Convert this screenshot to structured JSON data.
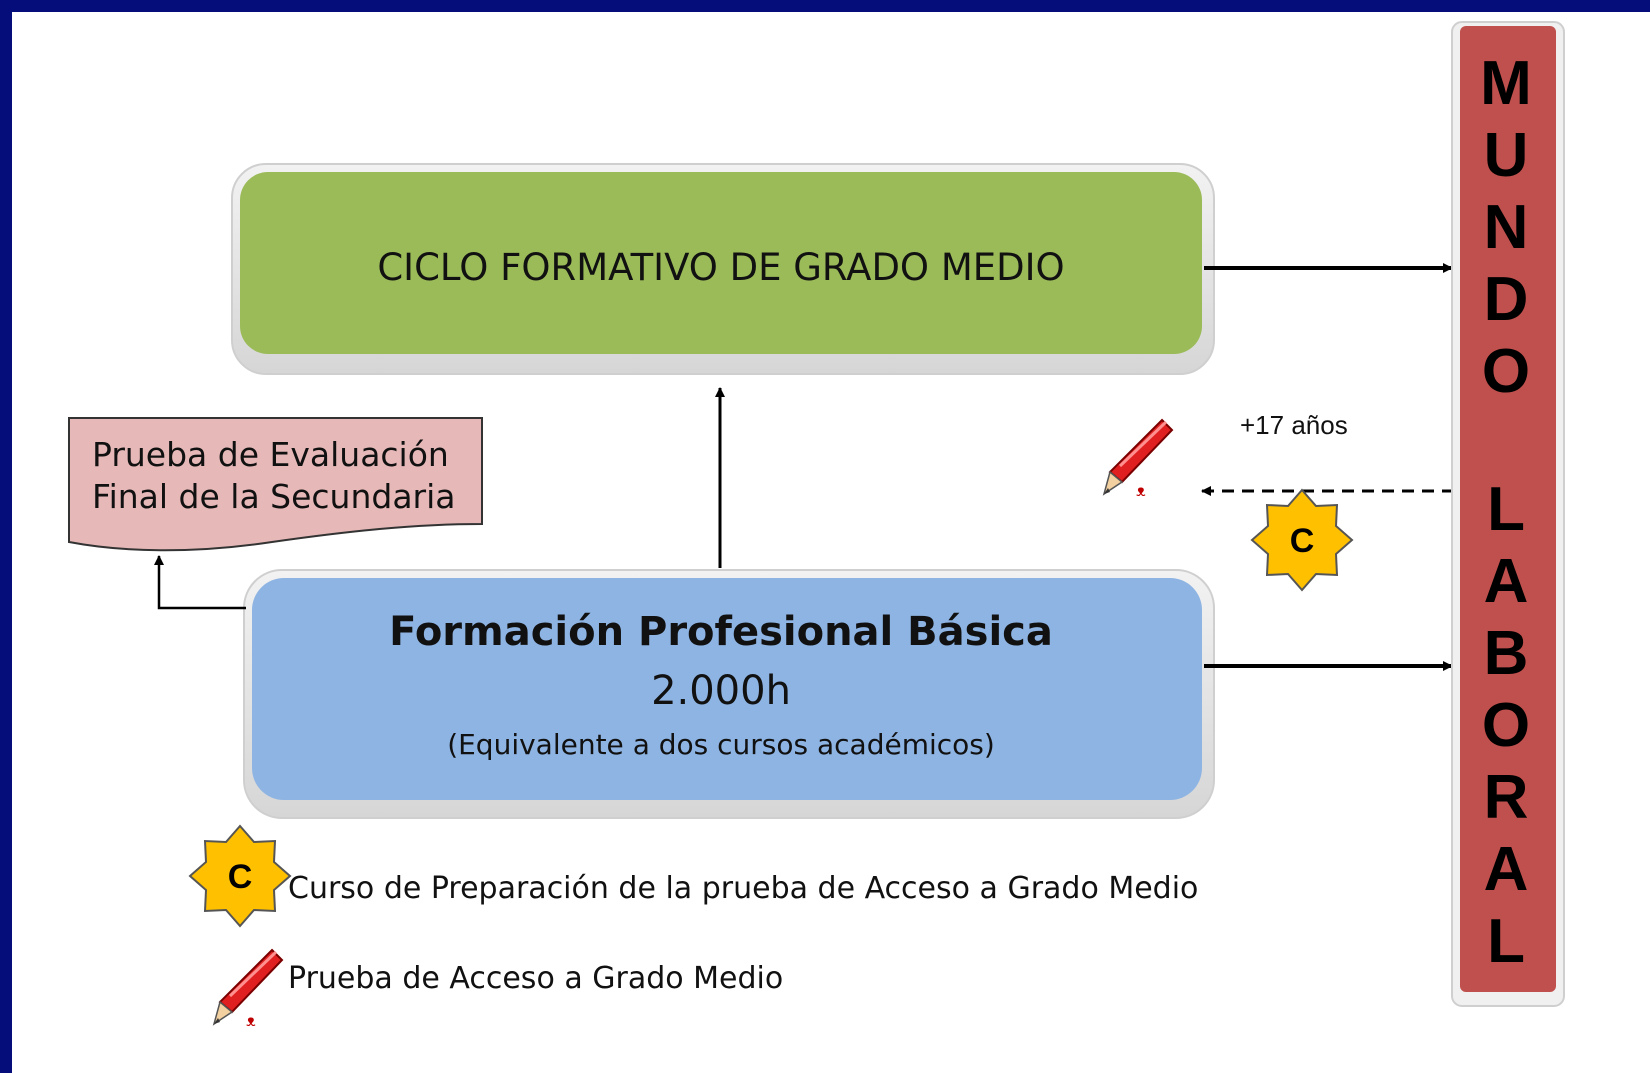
{
  "top_box": {
    "label": "CICLO FORMATIVO DE GRADO MEDIO"
  },
  "main_box": {
    "title": "Formación Profesional Básica",
    "hours": "2.000h",
    "note": "(Equivalente a dos cursos académicos)"
  },
  "evaluation_doc": {
    "line1": "Prueba de Evaluación",
    "line2": "Final de la Secundaria"
  },
  "age_label": "+17 años",
  "badge_letter": "C",
  "legend": {
    "course_label": "Curso de Preparación de la prueba de Acceso a Grado Medio",
    "exam_label": "Prueba de Acceso a Grado Medio"
  },
  "side_bar": {
    "word1": [
      "M",
      "U",
      "N",
      "D",
      "O"
    ],
    "word2": [
      "L",
      "A",
      "B",
      "O",
      "R",
      "A",
      "L"
    ]
  },
  "colors": {
    "page_border": "#050d7a",
    "top_box": "#9bbb59",
    "main_box": "#8eb4e3",
    "side_bar": "#c0504d",
    "evaluation_doc": "#e6b9b8",
    "badge": "#ffc000",
    "pencil": "#e02020"
  }
}
